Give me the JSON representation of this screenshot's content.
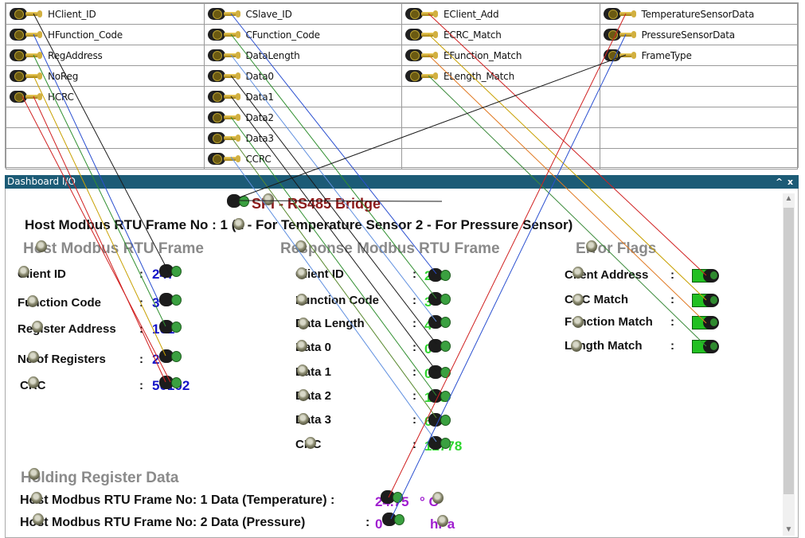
{
  "signals": [
    [
      "HClient_ID",
      "CSlave_ID",
      "EClient_Add",
      "TemperatureSensorData"
    ],
    [
      "HFunction_Code",
      "CFunction_Code",
      "ECRC_Match",
      "PressureSensorData"
    ],
    [
      "RegAddress",
      "DataLength",
      "EFunction_Match",
      "FrameType"
    ],
    [
      "NoReg",
      "Data0",
      "ELength_Match",
      ""
    ],
    [
      "HCRC",
      "Data1",
      "",
      ""
    ],
    [
      "",
      "Data2",
      "",
      ""
    ],
    [
      "",
      "Data3",
      "",
      ""
    ],
    [
      "",
      "CCRC",
      "",
      ""
    ]
  ],
  "dashboard": {
    "window_title": "Dashboard I/O",
    "controls": {
      "pin": "^",
      "close": "x"
    },
    "title": "SPI - RS485 Bridge",
    "frame_no_line": "Host Modbus RTU Frame No : 1 (1 - For Temperature Sensor   2 - For Pressure Sensor)",
    "host": {
      "heading": "Host Modbus RTU Frame",
      "rows": [
        {
          "label": "Client ID",
          "value": "247"
        },
        {
          "label": "Function Code",
          "value": "3"
        },
        {
          "label": "Register Address",
          "value": "101"
        },
        {
          "label": "No of Registers",
          "value": "2"
        },
        {
          "label": "CRC",
          "value": "50102"
        }
      ]
    },
    "response": {
      "heading": "Response Modbus RTU Frame",
      "rows": [
        {
          "label": "Client ID",
          "value": "247"
        },
        {
          "label": "Function Code",
          "value": "3"
        },
        {
          "label": "Data Length",
          "value": "4"
        },
        {
          "label": "Data 0",
          "value": "0"
        },
        {
          "label": "Data 1",
          "value": "0"
        },
        {
          "label": "Data 2",
          "value": "176"
        },
        {
          "label": "Data 3",
          "value": "65"
        },
        {
          "label": "CRC",
          "value": "12778"
        }
      ]
    },
    "errors": {
      "heading": "Error Flags",
      "rows": [
        {
          "label": "Client Address"
        },
        {
          "label": "CRC Match"
        },
        {
          "label": "Function Match"
        },
        {
          "label": "Length Match"
        }
      ]
    },
    "holding": {
      "heading": "Holding Register Data",
      "rows": [
        {
          "label": "Host Modbus RTU Frame No: 1 Data (Temperature) :",
          "value": "24.75",
          "unit": "° C"
        },
        {
          "label": "Host Modbus RTU Frame No: 2 Data (Pressure)",
          "colon": ":",
          "value": "0",
          "unit": "hPa"
        }
      ]
    }
  },
  "colors": {
    "titlebar": "#1c5b76",
    "title_red": "#8b1a1a",
    "value_blue": "#1515c8",
    "value_green": "#2fd62f",
    "value_purple": "#a01fd0",
    "section_gray": "#8a8a8a"
  },
  "icons": {
    "signal": "connector-plug-icon",
    "dashboard_node": "node-bubble-icon",
    "terminal": "terminal-knob-icon",
    "flag": "led-indicator-icon"
  }
}
